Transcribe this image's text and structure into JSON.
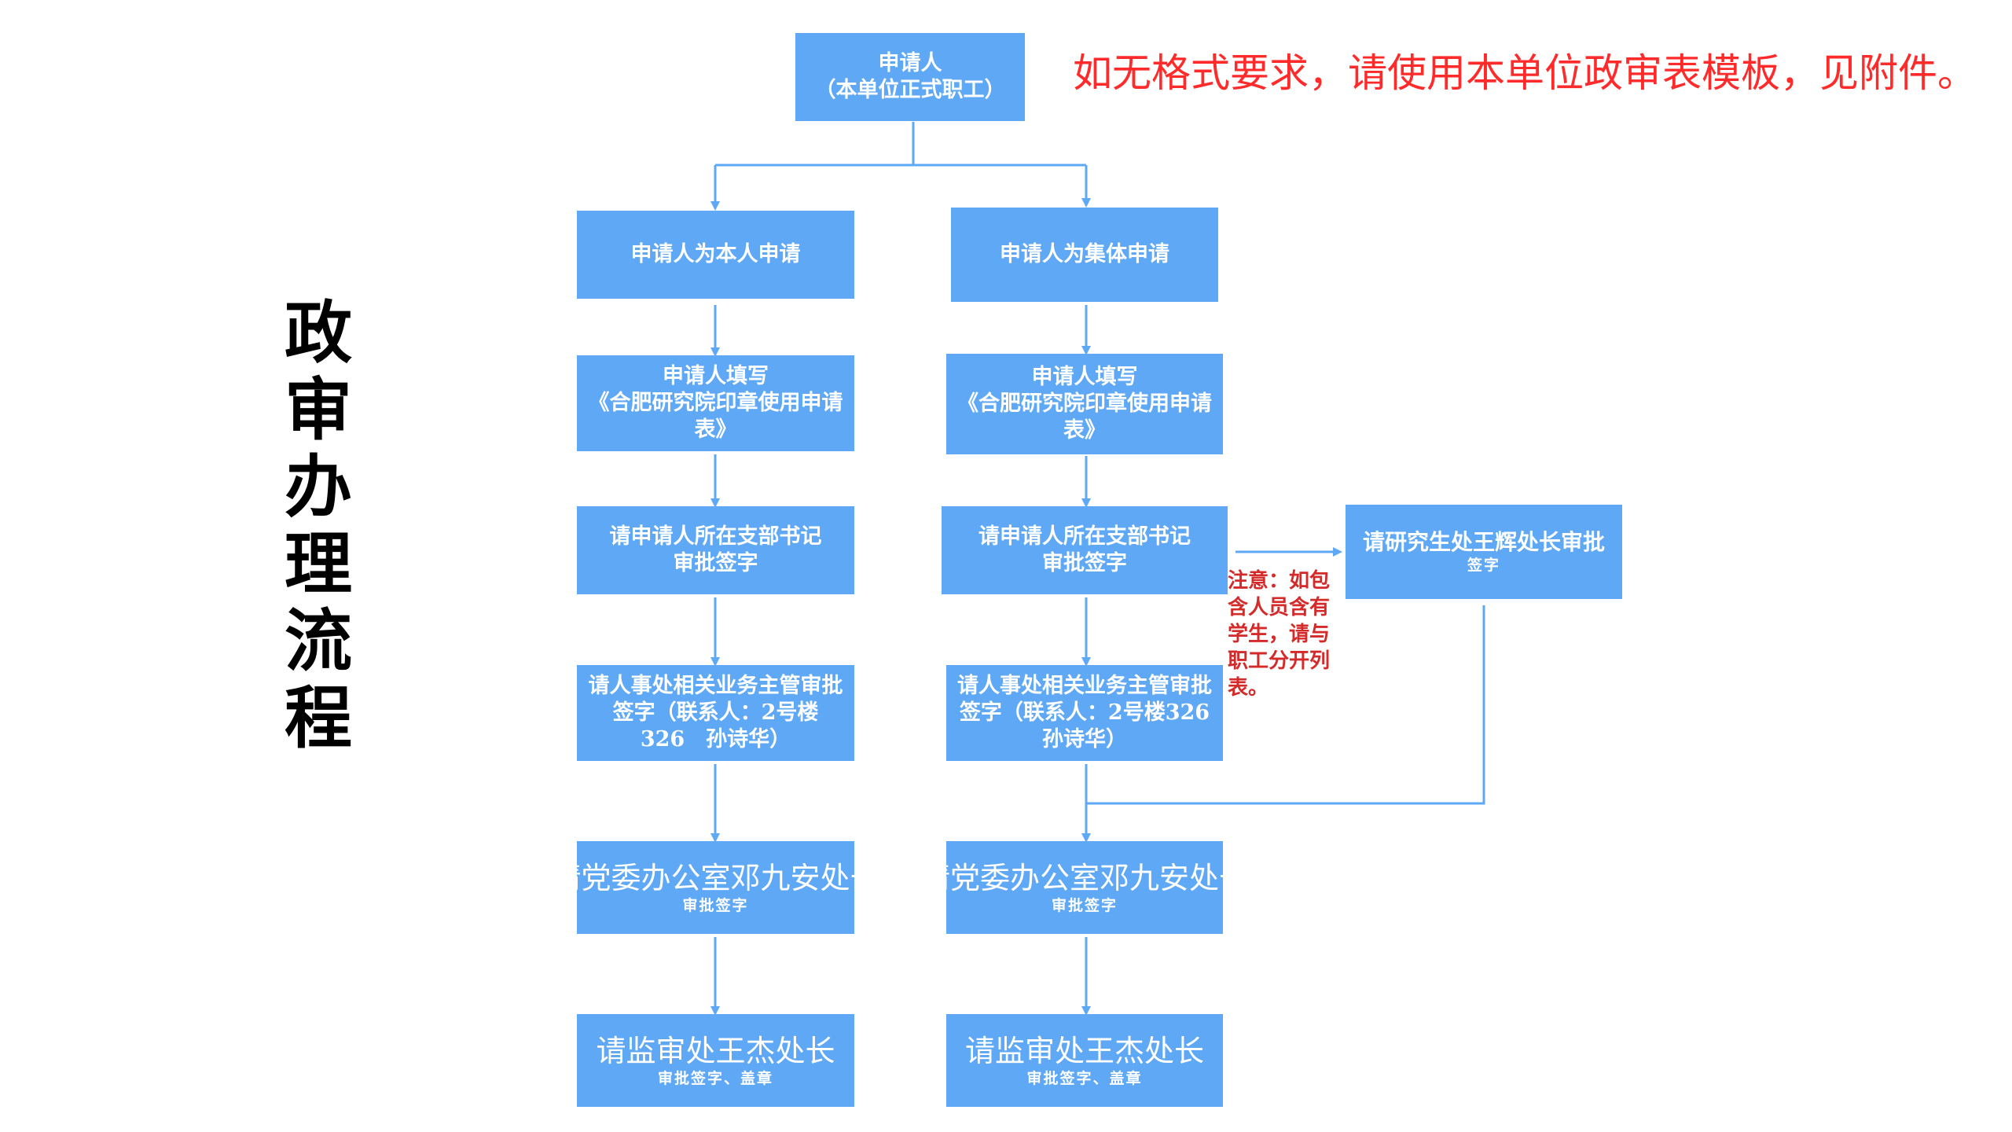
{
  "title": "政\n审\n办\n理\n流\n程",
  "note_top": "如无格式要求，请使用本单位政审表模板，见附件。",
  "top_box": {
    "line1": "申请人",
    "line2": "（本单位正式职工）"
  },
  "left": {
    "b1": "申请人为本人申请",
    "b2_line1": "申请人填写",
    "b2_line2": "《合肥研究院印章使用申请",
    "b2_line3": "表》",
    "b3_line1": "请申请人所在支部书记",
    "b3_line2": "审批签字",
    "b4_line1": "请人事处相关业务主管审批",
    "b4_line2": "签字（联系人：2号楼",
    "b4_line3": "326　孙诗华）",
    "b5_main": "请党委办公室邓九安处长",
    "b5_sub": "审批签字",
    "b6_main": "请监审处王杰处长",
    "b6_sub": "审批签字、盖章"
  },
  "right": {
    "b1": "申请人为集体申请",
    "b2_line1": "申请人填写",
    "b2_line2": "《合肥研究院印章使用申请",
    "b2_line3": "表》",
    "b3_line1": "请申请人所在支部书记",
    "b3_line2": "审批签字",
    "b4_line1": "请人事处相关业务主管审批",
    "b4_line2": "签字（联系人：2号楼326",
    "b4_line3": "孙诗华）",
    "b5_main": "请党委办公室邓九安处长",
    "b5_sub": "审批签字",
    "b6_main": "请监审处王杰处长",
    "b6_sub": "审批签字、盖章"
  },
  "grad_box": {
    "main": "请研究生处王辉处长审批",
    "sub": "签字"
  },
  "note_side": "注意：如包含人员含有学生，请与职工分开列表。",
  "colors": {
    "box": "#5fa8f5",
    "line": "#5fa8f5",
    "note": "#ff2a2a",
    "note_side": "#d42a2a"
  }
}
